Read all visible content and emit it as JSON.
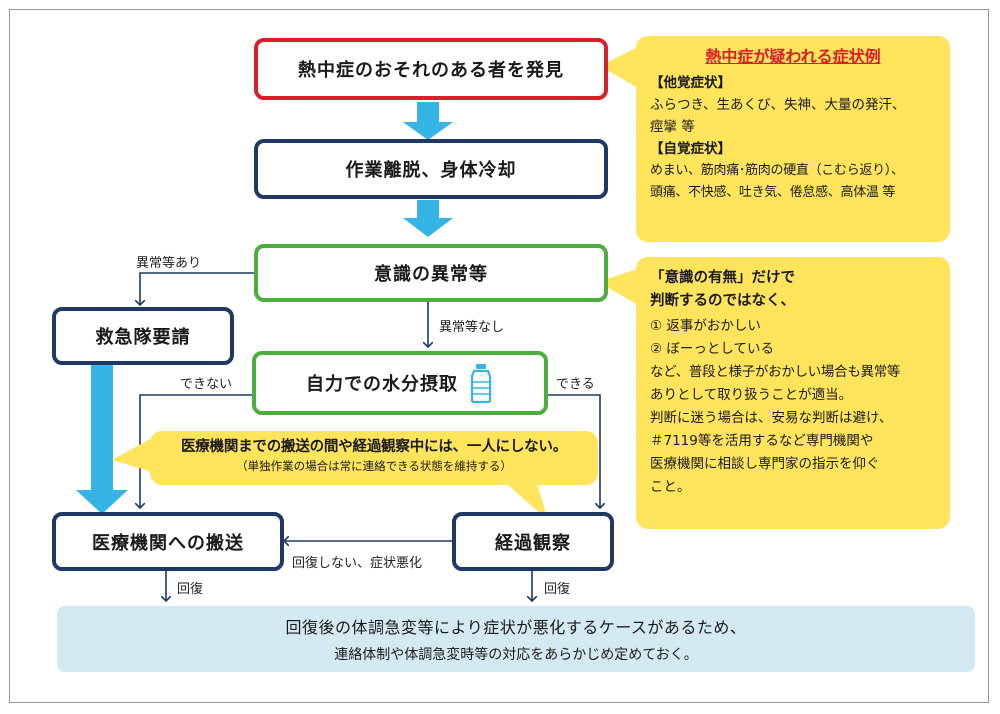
{
  "flow": {
    "discover": "熱中症のおそれのある者を発見",
    "rest_cool": "作業離脱、身体冷却",
    "consciousness": "意識の異常等",
    "ambulance": "救急隊要請",
    "water": "自力での水分摂取",
    "hospital": "医療機関への搬送",
    "observe": "経過観察"
  },
  "labels": {
    "abnormal_yes": "異常等あり",
    "abnormal_no": "異常等なし",
    "cannot": "できない",
    "can": "できる",
    "not_recovered": "回復しない、症状悪化",
    "recovered_left": "回復",
    "recovered_right": "回復"
  },
  "symptoms": {
    "title": "熱中症が疑われる症状例",
    "objective_head": "【他覚症状】",
    "objective_line1": "ふらつき、生あくび、失神、大量の発汗、",
    "objective_line2": "痙攣 等",
    "subjective_head": "【自覚症状】",
    "subjective_line1": "めまい、筋肉痛･筋肉の硬直（こむら返り）、",
    "subjective_line2": "頭痛、不快感、吐き気、倦怠感、高体温 等"
  },
  "consciousness_note": {
    "head1": "「意識の有無」だけで",
    "head2": "判断するのではなく、",
    "item1": "① 返事がおかしい",
    "item2": "② ぼーっとしている",
    "line1": "など、普段と様子がおかしい場合も異常等",
    "line2": "ありとして取り扱うことが適当。",
    "line3": "判断に迷う場合は、安易な判断は避け、",
    "line4": "＃7119等を活用するなど専門機関や",
    "line5": "医療機関に相談し専門家の指示を仰ぐ",
    "line6": "こと。"
  },
  "transport_note": {
    "main": "医療機関までの搬送の間や経過観察中には、一人にしない。",
    "sub": "（単独作業の場合は常に連絡できる状態を維持する）"
  },
  "footer": {
    "line1": "回復後の体調急変等により症状が悪化するケースがあるため、",
    "line2": "連絡体制や体調急変時等の対応をあらかじめ定めておく。"
  },
  "colors": {
    "red": "#d7202a",
    "navy": "#1f3864",
    "green": "#4cae3e",
    "blue_arrow": "#35b5e5",
    "callout": "#ffe45c",
    "footer_bg": "#d4eaf2",
    "title_red": "#d7202a"
  },
  "icons": [
    "water-bottle-icon"
  ]
}
